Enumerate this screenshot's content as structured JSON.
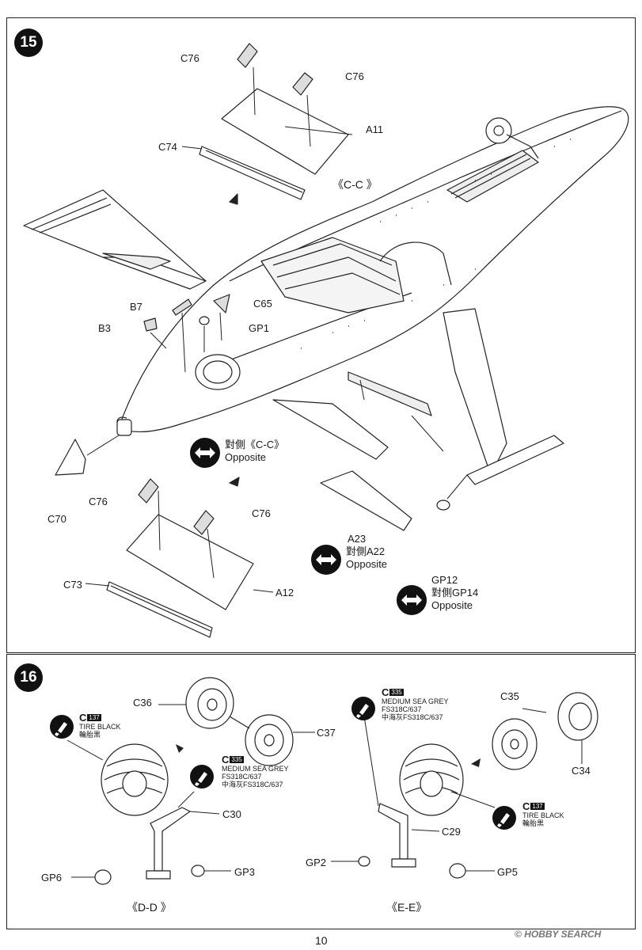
{
  "step15": {
    "number": "15",
    "labels": {
      "c76_a": "C76",
      "c76_b": "C76",
      "a11": "A11",
      "c74": "C74",
      "view_cc": "《C-C 》",
      "b7": "B7",
      "c65": "C65",
      "b3": "B3",
      "gp1": "GP1",
      "c70": "C70",
      "c76_c": "C76",
      "c76_d": "C76",
      "c73": "C73",
      "a12": "A12"
    },
    "opposite_cc": {
      "line1": "對側《C-C》",
      "line2": "Opposite"
    },
    "a23": {
      "part": "A23",
      "line1": "對側A22",
      "line2": "Opposite"
    },
    "gp12": {
      "part": "GP12",
      "line1": "對側GP14",
      "line2": "Opposite"
    }
  },
  "step16": {
    "number": "16",
    "labels": {
      "c36": "C36",
      "c37": "C37",
      "c30": "C30",
      "gp6": "GP6",
      "gp3": "GP3",
      "view_dd": "《D-D 》",
      "c35": "C35",
      "c34": "C34",
      "c29": "C29",
      "gp2": "GP2",
      "gp5": "GP5",
      "view_ee": "《E-E》"
    },
    "paint_tire_left": {
      "letter": "C",
      "code": "137",
      "name": "TIRE BLACK",
      "local": "輪胎黒"
    },
    "paint_grey_left": {
      "letter": "C",
      "code": "335",
      "name": "MEDIUM SEA GREY",
      "fs": "FS318C/637",
      "local": "中海灰FS318C/637"
    },
    "paint_grey_right": {
      "letter": "C",
      "code": "335",
      "name": "MEDIUM SEA GREY",
      "fs": "FS318C/637",
      "local": "中海灰FS318C/637"
    },
    "paint_tire_right": {
      "letter": "C",
      "code": "137",
      "name": "TIRE BLACK",
      "local": "輪胎黒"
    }
  },
  "page_number": "10",
  "watermark": "HOBBY SEARCH"
}
